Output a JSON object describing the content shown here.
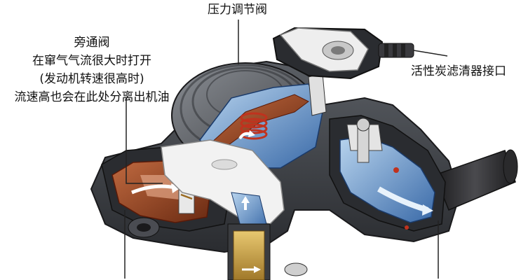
{
  "labels": {
    "pressure_valve": "压力调节阀",
    "bypass_valve": "旁通阀",
    "bypass_desc": [
      "在窜气气流很大时打开",
      "(发动机转速很高时)",
      "流速高也会在此处分离出机油"
    ],
    "carbon_filter": "活性炭滤清器接口"
  },
  "colors": {
    "housing_dark": "#3c3f44",
    "housing_mid": "#6a6e74",
    "housing_light": "#e8e8e8",
    "oil_brown": "#8b3a1e",
    "channel_blue": "#2f5fa0",
    "channel_light": "#9ec2e6",
    "spring_red": "#c0321e",
    "leader_line": "#222222"
  }
}
